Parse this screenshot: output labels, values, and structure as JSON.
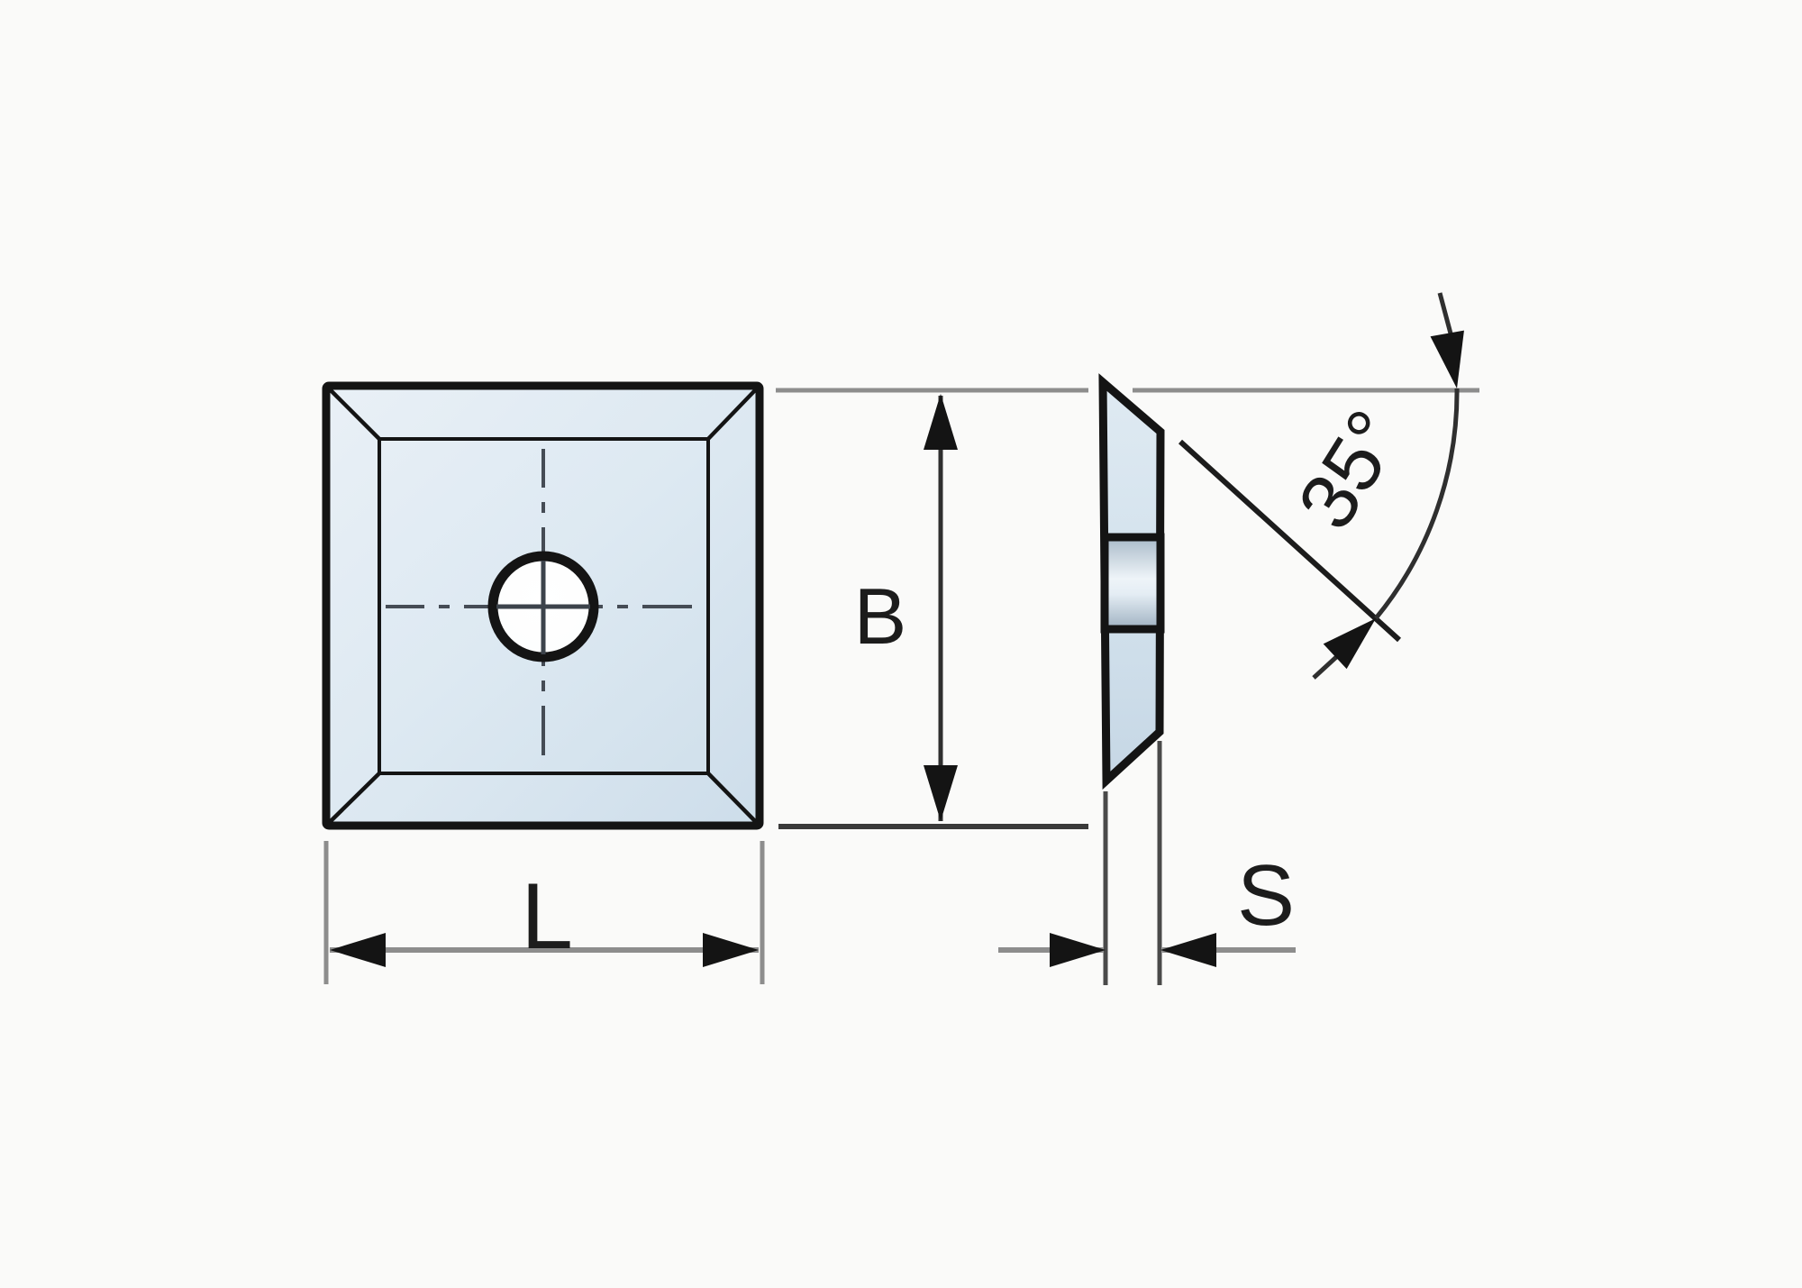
{
  "drawing": {
    "dimension_labels": {
      "length": "L",
      "height": "B",
      "thickness": "S",
      "angle": "35°"
    },
    "colors": {
      "background": "#fafaf9",
      "outline": "#141414",
      "insert_fill_light": "#e9f0f6",
      "insert_fill_dark": "#cdddea",
      "hole_fill": "#ffffff",
      "dimension_line_gray": "#8d8d8d",
      "dimension_line_dark": "#2f2f2f",
      "centerline": "#454c55",
      "label_text": "#1c1c1c"
    }
  }
}
